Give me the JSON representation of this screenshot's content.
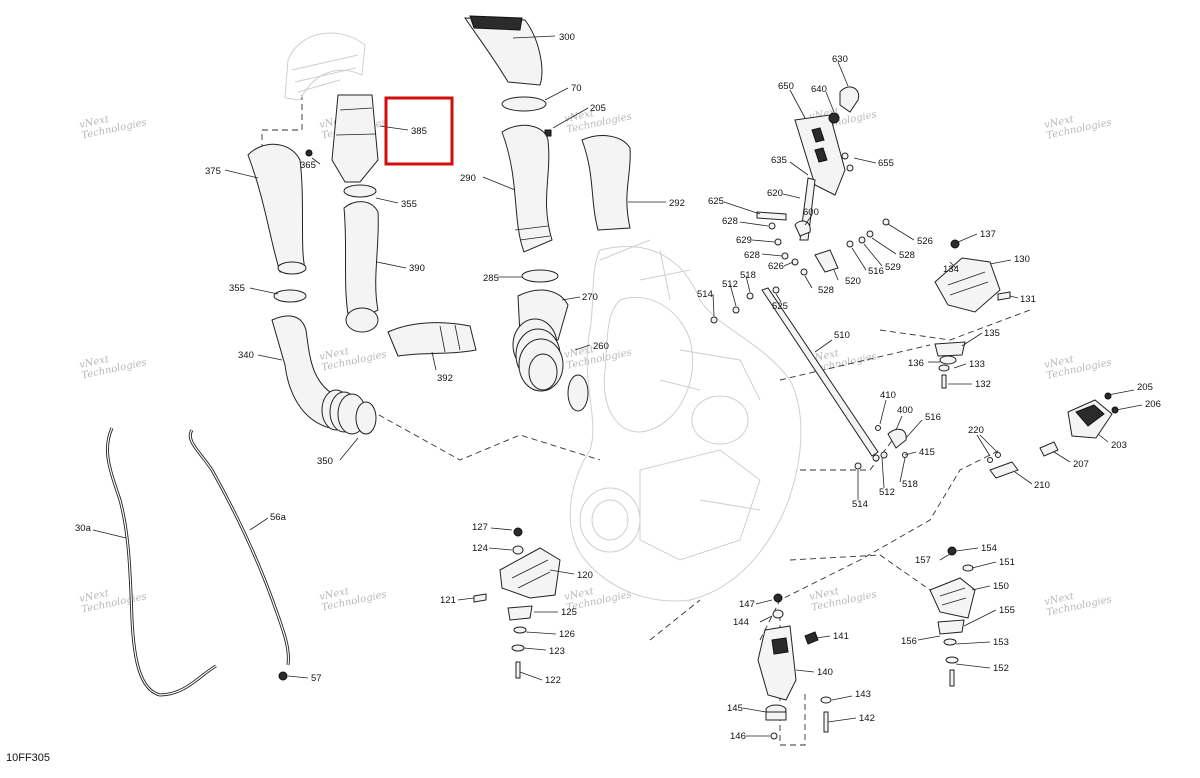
{
  "diagram_code": "10FF305",
  "watermark": [
    "vNext",
    "Technologies"
  ],
  "highlight_label": "385",
  "callouts": [
    "300",
    "70",
    "205",
    "385",
    "365",
    "375",
    "355",
    "290",
    "292",
    "390",
    "285",
    "270",
    "355",
    "392",
    "340",
    "260",
    "350",
    "30a",
    "56a",
    "57",
    "630",
    "650",
    "640",
    "655",
    "635",
    "620",
    "625",
    "600",
    "628",
    "629",
    "628",
    "626",
    "514",
    "518",
    "512",
    "525",
    "528",
    "520",
    "516",
    "529",
    "528",
    "526",
    "137",
    "134",
    "130",
    "131",
    "510",
    "135",
    "136",
    "133",
    "132",
    "205",
    "206",
    "203",
    "410",
    "400",
    "516",
    "415",
    "518",
    "512",
    "514",
    "220",
    "207",
    "210",
    "127",
    "124",
    "120",
    "121",
    "125",
    "126",
    "123",
    "122",
    "147",
    "144",
    "141",
    "140",
    "143",
    "142",
    "145",
    "146",
    "157",
    "154",
    "151",
    "150",
    "155",
    "156",
    "153",
    "152"
  ]
}
